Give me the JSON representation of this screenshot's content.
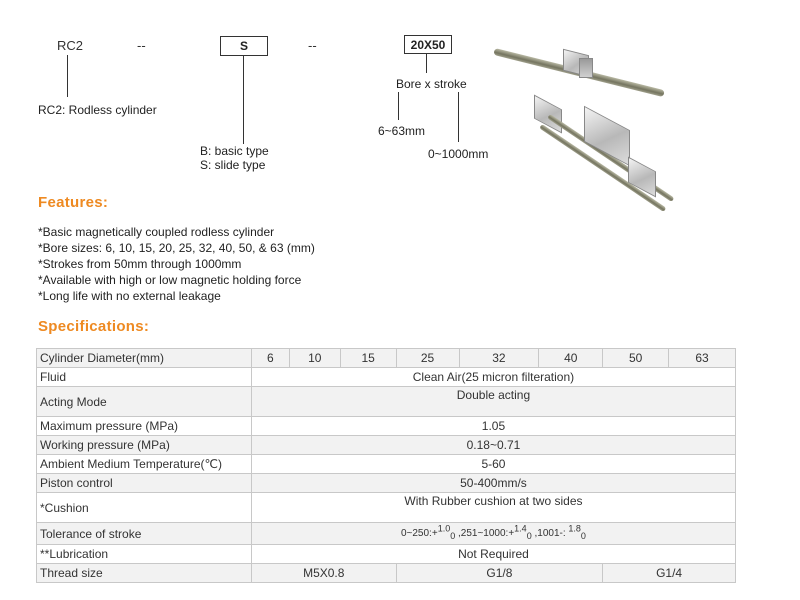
{
  "model": {
    "code": "RC2",
    "dash1": "--",
    "type_box": "S",
    "dash2": "--",
    "size_box": "20X50",
    "code_desc": "RC2: Rodless cylinder",
    "type_desc": [
      "B: basic type",
      "S: slide type"
    ],
    "size_label": "Bore x stroke",
    "bore_range": "6~63mm",
    "stroke_range": "0~1000mm"
  },
  "features": {
    "title": "Features:",
    "items": [
      "*Basic magnetically coupled rodless cylinder",
      "*Bore sizes: 6, 10, 15, 20, 25, 32, 40, 50, & 63 (mm)",
      "*Strokes from 50mm through 1000mm",
      "*Available with high or low magnetic holding force",
      "*Long life with no external leakage"
    ]
  },
  "specs": {
    "title": "Specifications:",
    "header_label": "Cylinder Diameter(mm)",
    "diameters": [
      "6",
      "10",
      "15",
      "25",
      "32",
      "40",
      "50",
      "63"
    ],
    "rows": {
      "fluid": {
        "label": "Fluid",
        "value": "Clean Air(25 micron filteration)"
      },
      "acting": {
        "label": "Acting Mode",
        "value": "Double acting"
      },
      "max_pressure": {
        "label": "Maximum pressure (MPa)",
        "value": "1.05"
      },
      "work_pressure": {
        "label": "Working pressure (MPa)",
        "value": "0.18~0.71"
      },
      "temperature": {
        "label": "Ambient Medium Temperature(℃)",
        "value": "5-60"
      },
      "piston": {
        "label": "Piston control",
        "value": "50-400mm/s"
      },
      "cushion": {
        "label": "*Cushion",
        "value": "With Rubber cushion at two sides"
      },
      "tolerance": {
        "label": "Tolerance of stroke",
        "p1": "0~250:+",
        "p1_sup": "1.0",
        "p1_sub": "0",
        "p2": " ,251~1000:+",
        "p2_sup": "1.4",
        "p2_sub": "0",
        "p3": " ,1001-: ",
        "p3_sup": "1.8",
        "p3_sub": "0"
      },
      "lubrication": {
        "label": "**Lubrication",
        "value": "Not Required"
      },
      "thread": {
        "label": "Thread size",
        "values": [
          "M5X0.8",
          "G1/8",
          "G1/4"
        ]
      }
    }
  },
  "colors": {
    "accent": "#ee8a22"
  }
}
